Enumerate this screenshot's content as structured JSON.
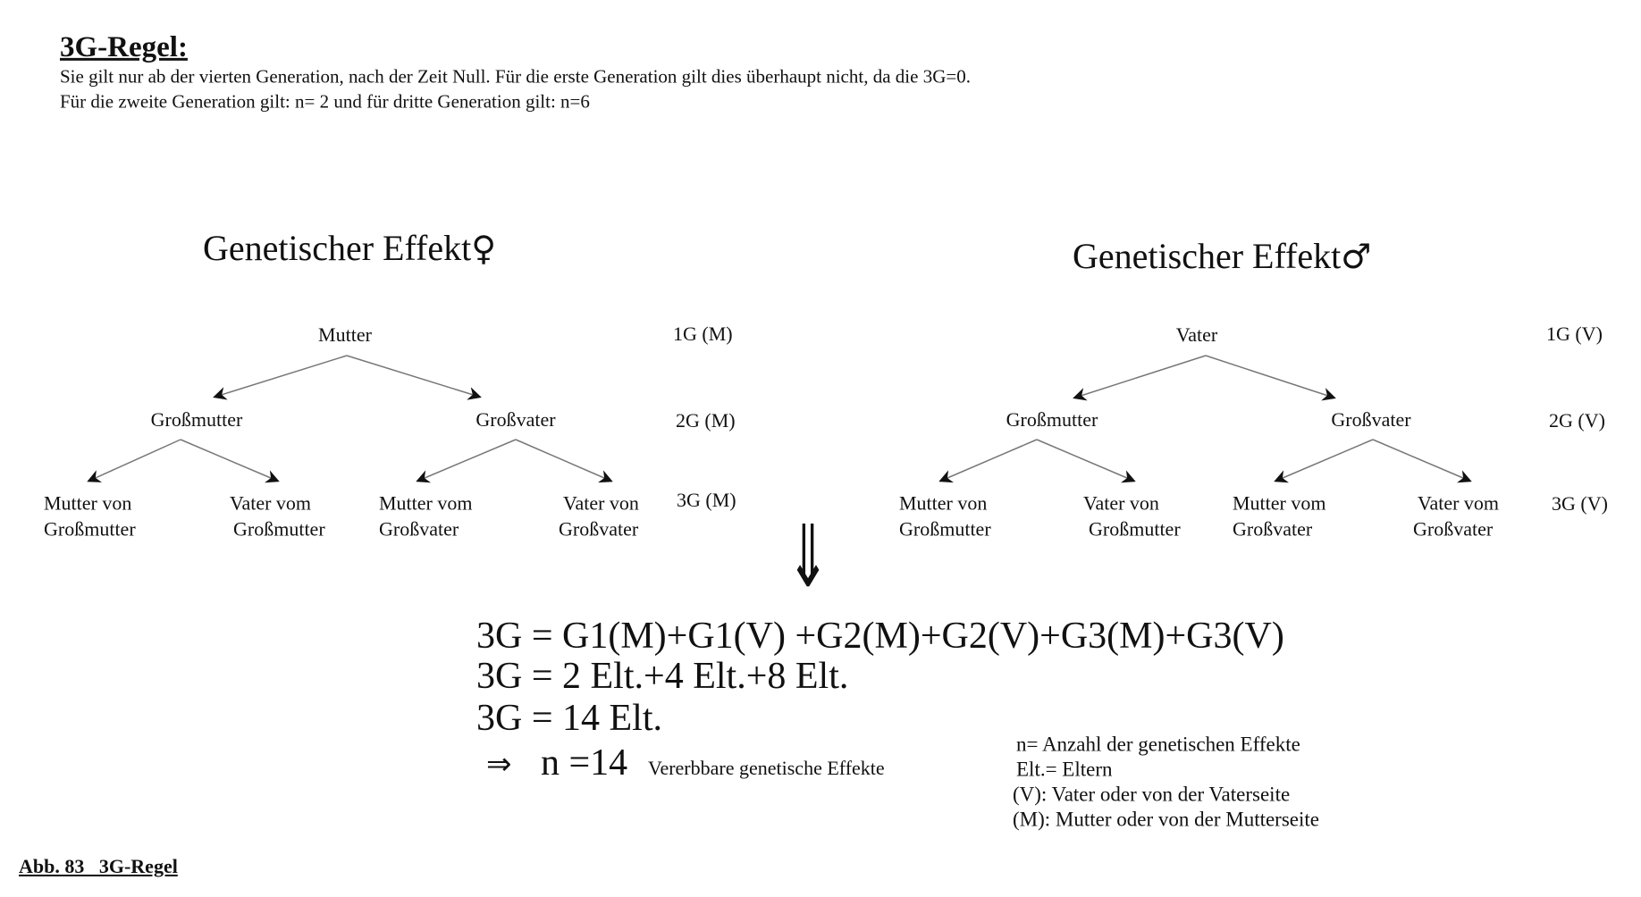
{
  "header": {
    "title": "3G-Regel:",
    "line1": "Sie  gilt  nur  ab  der  vierten  Generation, nach   der  Zeit  Null.  Für die erste Generation gilt  dies überhaupt nicht, da die 3G=0.",
    "line2": "Für die  zweite Generation  gilt: n= 2  und für dritte Generation gilt: n=6"
  },
  "female_tree": {
    "heading": "Genetischer Effekt",
    "symbol": "♀",
    "root": "Mutter",
    "level1": [
      "Großmutter",
      "Großvater"
    ],
    "leaves": [
      [
        "Mutter von",
        "Großmutter"
      ],
      [
        "Vater vom",
        "Großmutter"
      ],
      [
        "Mutter vom",
        "Großvater"
      ],
      [
        "Vater von",
        "Großvater"
      ]
    ],
    "gen_labels": [
      "1G (M)",
      "2G (M)",
      "3G (M)"
    ]
  },
  "male_tree": {
    "heading": "Genetischer Effekt",
    "symbol": "♂",
    "root": "Vater",
    "level1": [
      "Großmutter",
      "Großvater"
    ],
    "leaves": [
      [
        "Mutter von",
        "Großmutter"
      ],
      [
        "Vater von",
        "Großmutter"
      ],
      [
        "Mutter vom",
        "Großvater"
      ],
      [
        "Vater vom",
        "Großvater"
      ]
    ],
    "gen_labels": [
      "1G (V)",
      "2G (V)",
      "3G (V)"
    ]
  },
  "arrow": "⇓",
  "equations": {
    "eq1": "3G = G1(M)+G1(V) +G2(M)+G2(V)+G3(M)+G3(V)",
    "eq2": "3G = 2 Elt.+4 Elt.+8 Elt.",
    "eq3": "3G = 14 Elt.",
    "implies": "⇒",
    "result": "n =14",
    "result_note": "Vererbbare genetische Effekte"
  },
  "legend": [
    "n= Anzahl der genetischen Effekte",
    "Elt.= Eltern",
    "(V): Vater oder von der Vaterseite",
    "(M): Mutter oder von der Mutterseite"
  ],
  "caption": "Abb. 83   3G-Regel"
}
